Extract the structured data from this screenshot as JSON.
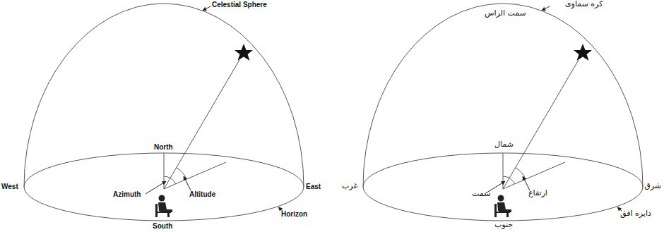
{
  "diagram": {
    "labels": [
      "Celestial Sphere",
      "North",
      "Azimuth",
      "Altitude",
      "West",
      "East",
      "Horizon",
      "South",
      "کره سماوی",
      "سمت الراس",
      "شمال",
      "سمت",
      "ارتفاع",
      "غرب",
      "شرق",
      "دایره افق",
      "جنوب"
    ]
  }
}
